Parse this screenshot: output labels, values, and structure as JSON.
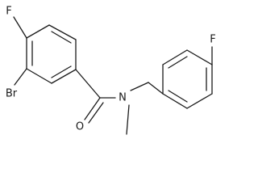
{
  "molecule": {
    "labels": {
      "f_left": "F",
      "f_right": "F",
      "br": "Br",
      "o": "O",
      "n": "N"
    },
    "bond_color": "#1a1a1a",
    "label_color": "#1a1a1a"
  }
}
